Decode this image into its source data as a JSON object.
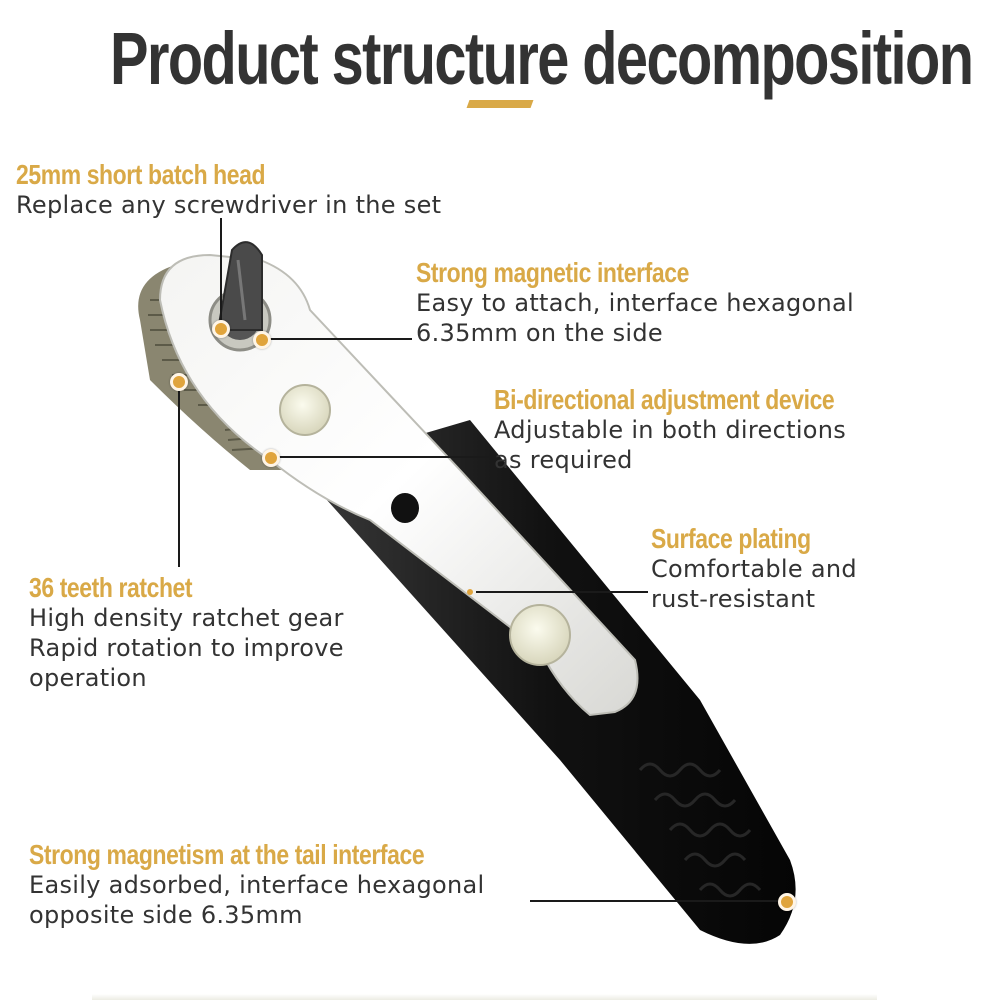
{
  "title": "Product structure decomposition",
  "accent_color": "#d9a947",
  "text_color": "#333333",
  "callouts": [
    {
      "heading": "25mm short batch head",
      "lines": [
        "Replace any screwdriver in the set"
      ]
    },
    {
      "heading": "Strong magnetic interface",
      "lines": [
        "Easy to attach, interface hexagonal",
        "6.35mm on the side"
      ]
    },
    {
      "heading": "Bi-directional adjustment device",
      "lines": [
        "Adjustable in both directions",
        "as required"
      ]
    },
    {
      "heading": "Surface plating",
      "lines": [
        "Comfortable and",
        "rust-resistant"
      ]
    },
    {
      "heading": "36 teeth ratchet",
      "lines": [
        "High density ratchet gear",
        "Rapid rotation to improve",
        "operation"
      ]
    },
    {
      "heading": "Strong magnetism at the tail interface",
      "lines": [
        "Easily adsorbed, interface hexagonal",
        "opposite side 6.35mm"
      ]
    }
  ],
  "product": {
    "name": "ratchet-screwdriver",
    "icon": "ratchet-screwdriver-illustration"
  }
}
